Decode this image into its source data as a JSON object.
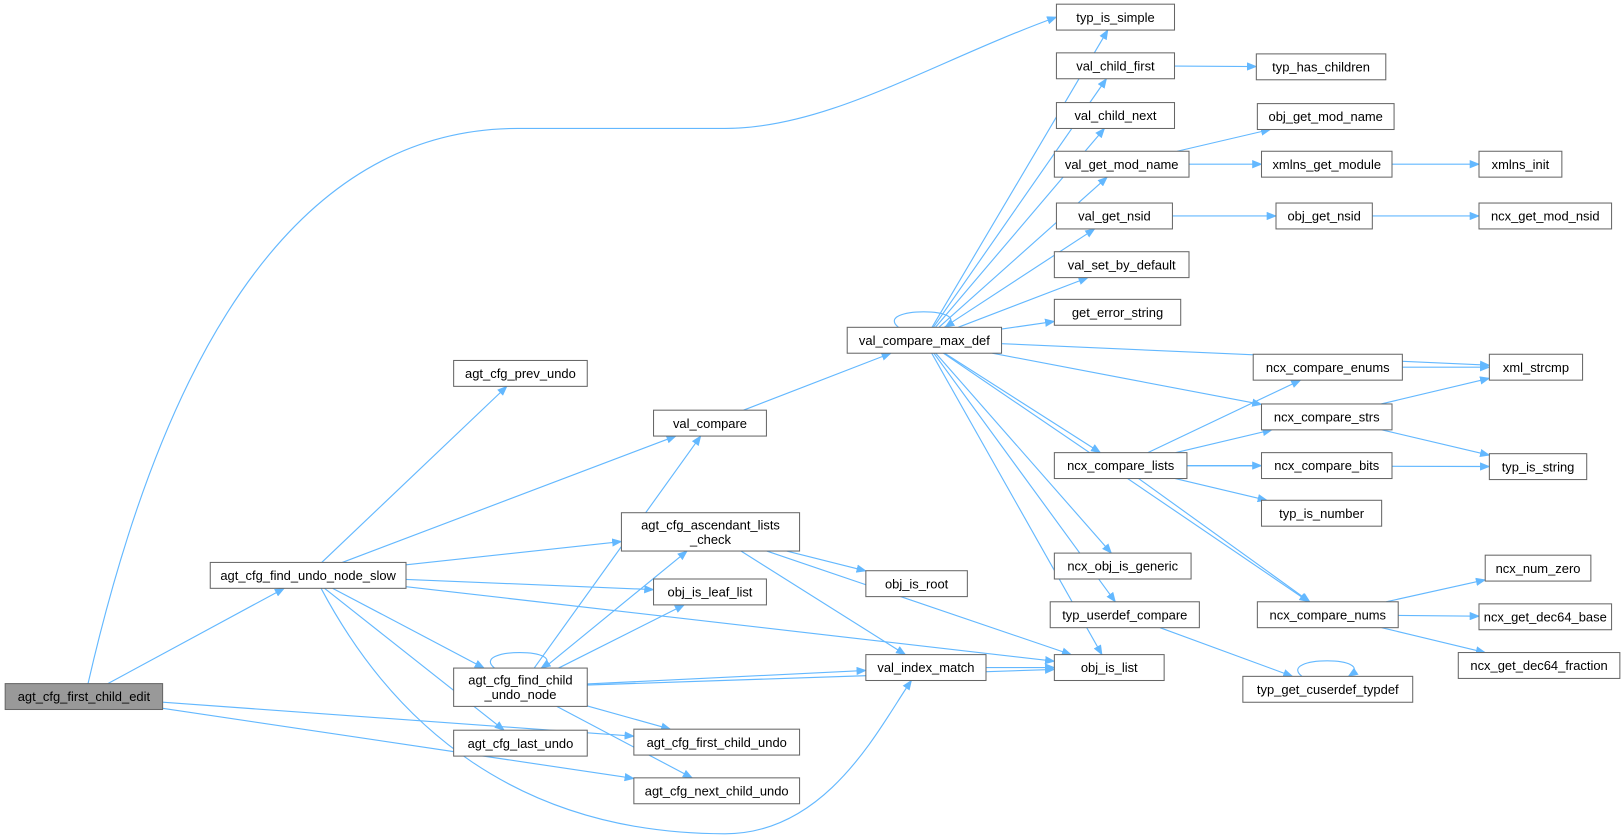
{
  "colors": {
    "edge": "#63b8ff",
    "root_fill": "#999999",
    "node_border": "#666666"
  },
  "root": "agt_cfg_first_child_edit",
  "nodes": [
    {
      "id": "first_child_edit",
      "lines": [
        "agt_cfg_first_child_edit"
      ]
    },
    {
      "id": "find_undo_node_slow",
      "lines": [
        "agt_cfg_find_undo_node_slow"
      ]
    },
    {
      "id": "prev_undo",
      "lines": [
        "agt_cfg_prev_undo"
      ]
    },
    {
      "id": "val_compare",
      "lines": [
        "val_compare"
      ]
    },
    {
      "id": "ascendant",
      "lines": [
        "agt_cfg_ascendant_lists",
        "_check"
      ]
    },
    {
      "id": "obj_is_leaf_list",
      "lines": [
        "obj_is_leaf_list"
      ]
    },
    {
      "id": "find_child",
      "lines": [
        "agt_cfg_find_child",
        "_undo_node"
      ]
    },
    {
      "id": "last_undo",
      "lines": [
        "agt_cfg_last_undo"
      ]
    },
    {
      "id": "first_child_undo",
      "lines": [
        "agt_cfg_first_child_undo"
      ]
    },
    {
      "id": "next_child_undo",
      "lines": [
        "agt_cfg_next_child_undo"
      ]
    },
    {
      "id": "obj_is_root",
      "lines": [
        "obj_is_root"
      ]
    },
    {
      "id": "val_index_match",
      "lines": [
        "val_index_match"
      ]
    },
    {
      "id": "obj_is_list",
      "lines": [
        "obj_is_list"
      ]
    },
    {
      "id": "max_def",
      "lines": [
        "val_compare_max_def"
      ]
    },
    {
      "id": "typ_is_simple",
      "lines": [
        "typ_is_simple"
      ]
    },
    {
      "id": "val_child_first",
      "lines": [
        "val_child_first"
      ]
    },
    {
      "id": "val_child_next",
      "lines": [
        "val_child_next"
      ]
    },
    {
      "id": "val_get_mod_name",
      "lines": [
        "val_get_mod_name"
      ]
    },
    {
      "id": "val_get_nsid",
      "lines": [
        "val_get_nsid"
      ]
    },
    {
      "id": "val_set_by_default",
      "lines": [
        "val_set_by_default"
      ]
    },
    {
      "id": "get_error_string",
      "lines": [
        "get_error_string"
      ]
    },
    {
      "id": "ncx_compare_enums",
      "lines": [
        "ncx_compare_enums"
      ]
    },
    {
      "id": "ncx_compare_strs",
      "lines": [
        "ncx_compare_strs"
      ]
    },
    {
      "id": "ncx_compare_lists",
      "lines": [
        "ncx_compare_lists"
      ]
    },
    {
      "id": "ncx_compare_bits",
      "lines": [
        "ncx_compare_bits"
      ]
    },
    {
      "id": "typ_is_number",
      "lines": [
        "typ_is_number"
      ]
    },
    {
      "id": "ncx_obj_is_generic",
      "lines": [
        "ncx_obj_is_generic"
      ]
    },
    {
      "id": "typ_userdef_compare",
      "lines": [
        "typ_userdef_compare"
      ]
    },
    {
      "id": "ncx_compare_nums",
      "lines": [
        "ncx_compare_nums"
      ]
    },
    {
      "id": "typ_get_cuserdef_typdef",
      "lines": [
        "typ_get_cuserdef_typdef"
      ]
    },
    {
      "id": "typ_has_children",
      "lines": [
        "typ_has_children"
      ]
    },
    {
      "id": "obj_get_mod_name",
      "lines": [
        "obj_get_mod_name"
      ]
    },
    {
      "id": "xmlns_get_module",
      "lines": [
        "xmlns_get_module"
      ]
    },
    {
      "id": "xmlns_init",
      "lines": [
        "xmlns_init"
      ]
    },
    {
      "id": "obj_get_nsid",
      "lines": [
        "obj_get_nsid"
      ]
    },
    {
      "id": "ncx_get_mod_nsid",
      "lines": [
        "ncx_get_mod_nsid"
      ]
    },
    {
      "id": "xml_strcmp",
      "lines": [
        "xml_strcmp"
      ]
    },
    {
      "id": "typ_is_string",
      "lines": [
        "typ_is_string"
      ]
    },
    {
      "id": "ncx_num_zero",
      "lines": [
        "ncx_num_zero"
      ]
    },
    {
      "id": "ncx_get_dec64_base",
      "lines": [
        "ncx_get_dec64_base"
      ]
    },
    {
      "id": "ncx_get_dec64_fraction",
      "lines": [
        "ncx_get_dec64_fraction"
      ]
    }
  ],
  "edges": [
    [
      "first_child_edit",
      "typ_is_simple"
    ],
    [
      "first_child_edit",
      "find_undo_node_slow"
    ],
    [
      "first_child_edit",
      "first_child_undo"
    ],
    [
      "first_child_edit",
      "next_child_undo"
    ],
    [
      "find_undo_node_slow",
      "prev_undo"
    ],
    [
      "find_undo_node_slow",
      "val_compare"
    ],
    [
      "find_undo_node_slow",
      "ascendant"
    ],
    [
      "find_undo_node_slow",
      "obj_is_leaf_list"
    ],
    [
      "find_undo_node_slow",
      "find_child"
    ],
    [
      "find_undo_node_slow",
      "last_undo"
    ],
    [
      "find_undo_node_slow",
      "obj_is_list"
    ],
    [
      "find_undo_node_slow",
      "val_index_match"
    ],
    [
      "find_child",
      "find_child"
    ],
    [
      "find_child",
      "val_compare"
    ],
    [
      "find_child",
      "ascendant"
    ],
    [
      "find_child",
      "obj_is_leaf_list"
    ],
    [
      "find_child",
      "obj_is_list"
    ],
    [
      "find_child",
      "val_index_match"
    ],
    [
      "find_child",
      "first_child_undo"
    ],
    [
      "find_child",
      "next_child_undo"
    ],
    [
      "ascendant",
      "obj_is_root"
    ],
    [
      "ascendant",
      "val_index_match"
    ],
    [
      "ascendant",
      "obj_is_list"
    ],
    [
      "val_compare",
      "max_def"
    ],
    [
      "val_index_match",
      "obj_is_list"
    ],
    [
      "max_def",
      "max_def"
    ],
    [
      "max_def",
      "typ_is_simple"
    ],
    [
      "max_def",
      "val_child_first"
    ],
    [
      "max_def",
      "val_child_next"
    ],
    [
      "max_def",
      "val_get_mod_name"
    ],
    [
      "max_def",
      "val_get_nsid"
    ],
    [
      "max_def",
      "val_set_by_default"
    ],
    [
      "max_def",
      "get_error_string"
    ],
    [
      "max_def",
      "xml_strcmp"
    ],
    [
      "max_def",
      "ncx_compare_strs"
    ],
    [
      "max_def",
      "ncx_compare_lists"
    ],
    [
      "max_def",
      "ncx_obj_is_generic"
    ],
    [
      "max_def",
      "typ_userdef_compare"
    ],
    [
      "max_def",
      "obj_is_list"
    ],
    [
      "max_def",
      "ncx_compare_nums"
    ],
    [
      "val_child_first",
      "typ_has_children"
    ],
    [
      "val_get_mod_name",
      "obj_get_mod_name"
    ],
    [
      "val_get_mod_name",
      "xmlns_get_module"
    ],
    [
      "xmlns_get_module",
      "xmlns_init"
    ],
    [
      "val_get_nsid",
      "obj_get_nsid"
    ],
    [
      "obj_get_nsid",
      "ncx_get_mod_nsid"
    ],
    [
      "ncx_compare_enums",
      "xml_strcmp"
    ],
    [
      "ncx_compare_strs",
      "xml_strcmp"
    ],
    [
      "ncx_compare_strs",
      "typ_is_string"
    ],
    [
      "ncx_compare_lists",
      "ncx_compare_enums"
    ],
    [
      "ncx_compare_lists",
      "ncx_compare_strs"
    ],
    [
      "ncx_compare_lists",
      "ncx_compare_bits"
    ],
    [
      "ncx_compare_lists",
      "typ_is_number"
    ],
    [
      "ncx_compare_lists",
      "typ_is_string"
    ],
    [
      "ncx_compare_lists",
      "ncx_compare_nums"
    ],
    [
      "typ_userdef_compare",
      "typ_get_cuserdef_typdef"
    ],
    [
      "typ_get_cuserdef_typdef",
      "typ_get_cuserdef_typdef"
    ],
    [
      "ncx_compare_nums",
      "ncx_num_zero"
    ],
    [
      "ncx_compare_nums",
      "ncx_get_dec64_base"
    ],
    [
      "ncx_compare_nums",
      "ncx_get_dec64_fraction"
    ]
  ]
}
